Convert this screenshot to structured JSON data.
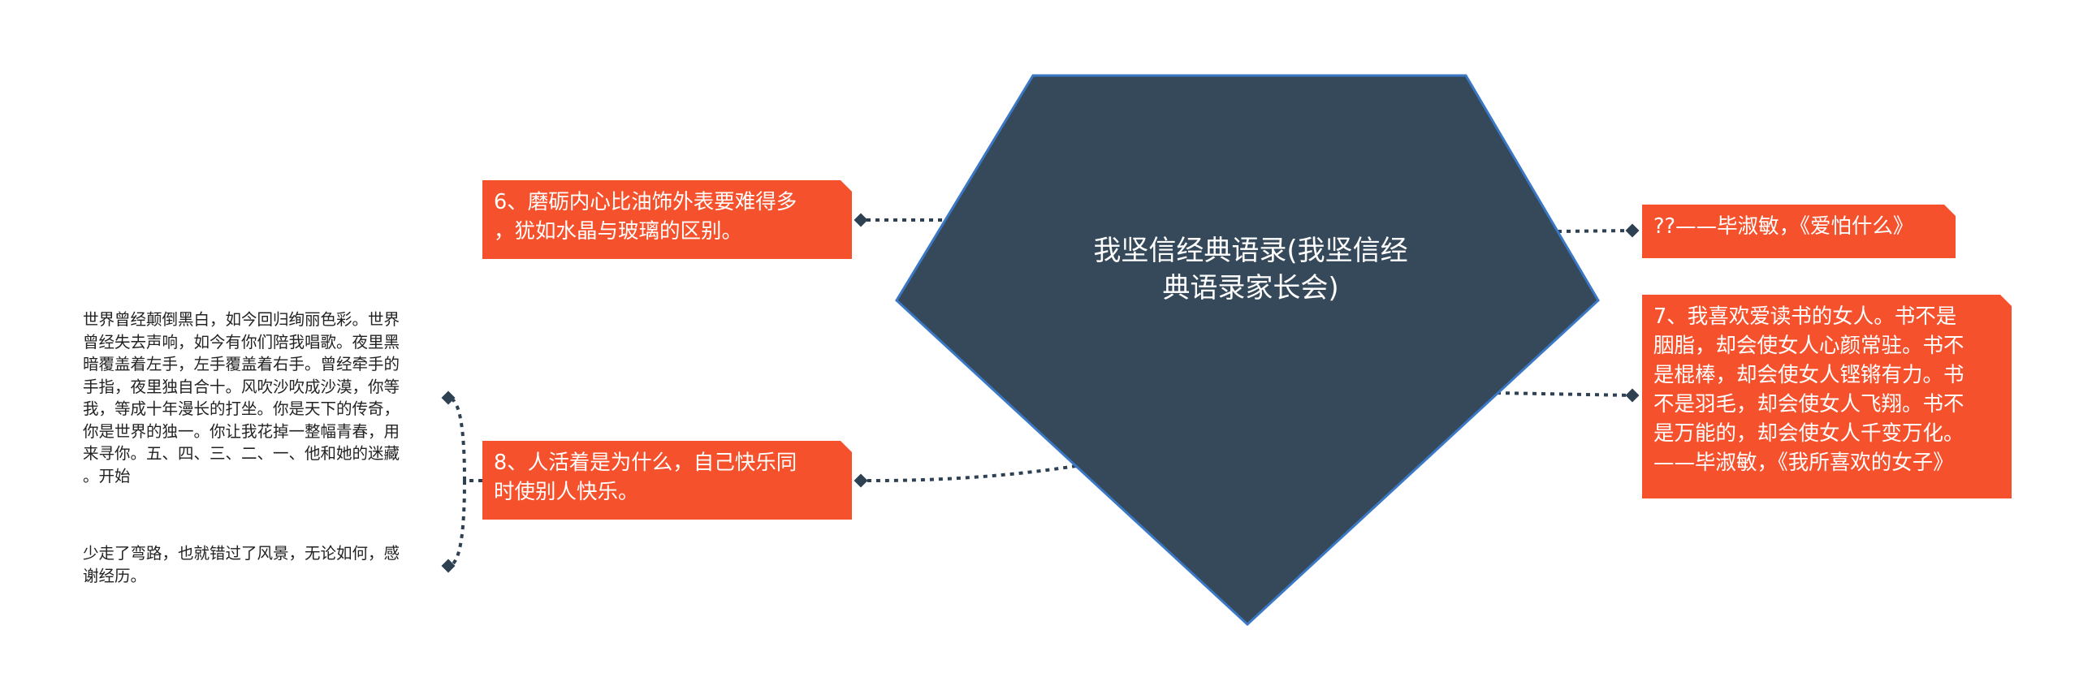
{
  "colors": {
    "central_fill": "#36495a",
    "central_stroke": "#3a78c5",
    "node_fill": "#f5512c",
    "connector": "#2e4152"
  },
  "central": {
    "title": "我坚信经典语录(我坚信经\n典语录家长会)"
  },
  "left_nodes": [
    {
      "text": "6、磨砺内心比油饰外表要难得多\n，犹如水晶与玻璃的区别。"
    },
    {
      "text": "8、人活着是为什么，自己快乐同\n时使别人快乐。"
    }
  ],
  "right_nodes": [
    {
      "text": "??——毕淑敏，《爱怕什么》"
    },
    {
      "text": "7、我喜欢爱读书的女人。书不是\n胭脂，却会使女人心颜常驻。书不\n是棍棒，却会使女人铿锵有力。书\n不是羽毛，却会使女人飞翔。书不\n是万能的，却会使女人千变万化。\n——毕淑敏，《我所喜欢的女子》"
    }
  ],
  "leaf_nodes": [
    {
      "text": "世界曾经颠倒黑白，如今回归绚丽色彩。世界\n曾经失去声响，如今有你们陪我唱歌。夜里黑\n暗覆盖着左手，左手覆盖着右手。曾经牵手的\n手指，夜里独自合十。风吹沙吹成沙漠，你等\n我，等成十年漫长的打坐。你是天下的传奇，\n你是世界的独一。你让我花掉一整幅青春，用\n来寻你。五、四、三、二、一、他和她的迷藏\n。开始"
    },
    {
      "text": "少走了弯路，也就错过了风景，无论如何，感\n谢经历。"
    }
  ]
}
